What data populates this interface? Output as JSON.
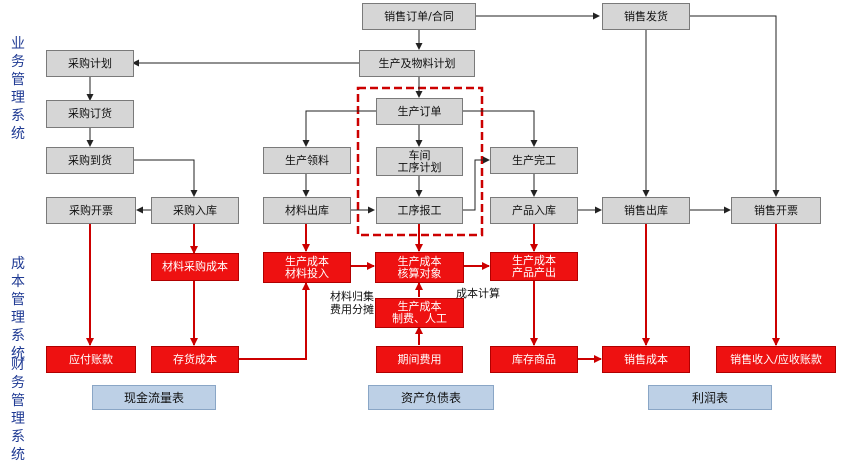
{
  "sections": {
    "business": "业\n务\n管\n理\n系\n统",
    "cost": "成\n本\n管\n理\n系\n统",
    "finance": "财\n务\n管\n理\n系\n统"
  },
  "nodes": {
    "sales_order": "销售订单/合同",
    "sales_delivery": "销售发货",
    "production_material_plan": "生产及物料计划",
    "purchase_plan": "采购计划",
    "purchase_order": "采购订货",
    "purchase_arrival": "采购到货",
    "purchase_invoice": "采购开票",
    "purchase_inbound": "采购入库",
    "production_picking": "生产领料",
    "material_outbound": "材料出库",
    "production_order": "生产订单",
    "workshop_plan": "车间\n工序计划",
    "process_report": "工序报工",
    "production_completion": "生产完工",
    "product_inbound": "产品入库",
    "sales_outbound": "销售出库",
    "sales_invoice": "销售开票",
    "material_purchase_cost": "材料采购成本",
    "prod_cost_material_input": "生产成本\n材料投入",
    "prod_cost_accounting_object": "生产成本\n核算对象",
    "prod_cost_product_output": "生产成本\n产品产出",
    "prod_cost_manufacturing_labor": "生产成本\n制费、人工",
    "accounts_payable": "应付账款",
    "inventory_cost": "存货成本",
    "period_expense": "期间费用",
    "inventory_goods": "库存商品",
    "sales_cost": "销售成本",
    "sales_revenue_receivable": "销售收入/应收账款"
  },
  "notes": {
    "material_collection": "材料归集\n费用分摊",
    "cost_calculation": "成本计算"
  },
  "reports": {
    "cash_flow": "现金流量表",
    "balance_sheet": "资产负债表",
    "income_statement": "利润表"
  },
  "colors": {
    "gray_box": "#d6d6d6",
    "red_box": "#ee1111",
    "report_box": "#bdd0e6",
    "section_label": "#1f3a93",
    "red_line": "#cc0000",
    "dashed_frame": "#cc0000"
  }
}
